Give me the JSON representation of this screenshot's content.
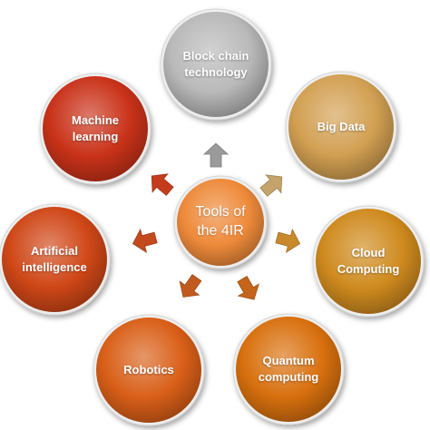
{
  "center": {
    "label": "Tools of\nthe 4IR",
    "color": "#ee8a3a"
  },
  "nodes": [
    {
      "id": "blockchain",
      "label": "Block chain\ntechnology",
      "color": "#b9b9b9",
      "arrow_color": "#9a9a9a"
    },
    {
      "id": "big-data",
      "label": "Big Data",
      "color": "#d2a052",
      "arrow_color": "#c4a46a"
    },
    {
      "id": "cloud",
      "label": "Cloud\nComputing",
      "color": "#cf8a1e",
      "arrow_color": "#c98a2c"
    },
    {
      "id": "quantum",
      "label": "Quantum\ncomputing",
      "color": "#d8700e",
      "arrow_color": "#c5641b"
    },
    {
      "id": "robotics",
      "label": "Robotics",
      "color": "#d95f18",
      "arrow_color": "#c25a1e"
    },
    {
      "id": "ai",
      "label": "Artificial\nintelligence",
      "color": "#cf4717",
      "arrow_color": "#c24a1c"
    },
    {
      "id": "ml",
      "label": "Machine\nlearning",
      "color": "#c93219",
      "arrow_color": "#c43c1c"
    }
  ]
}
